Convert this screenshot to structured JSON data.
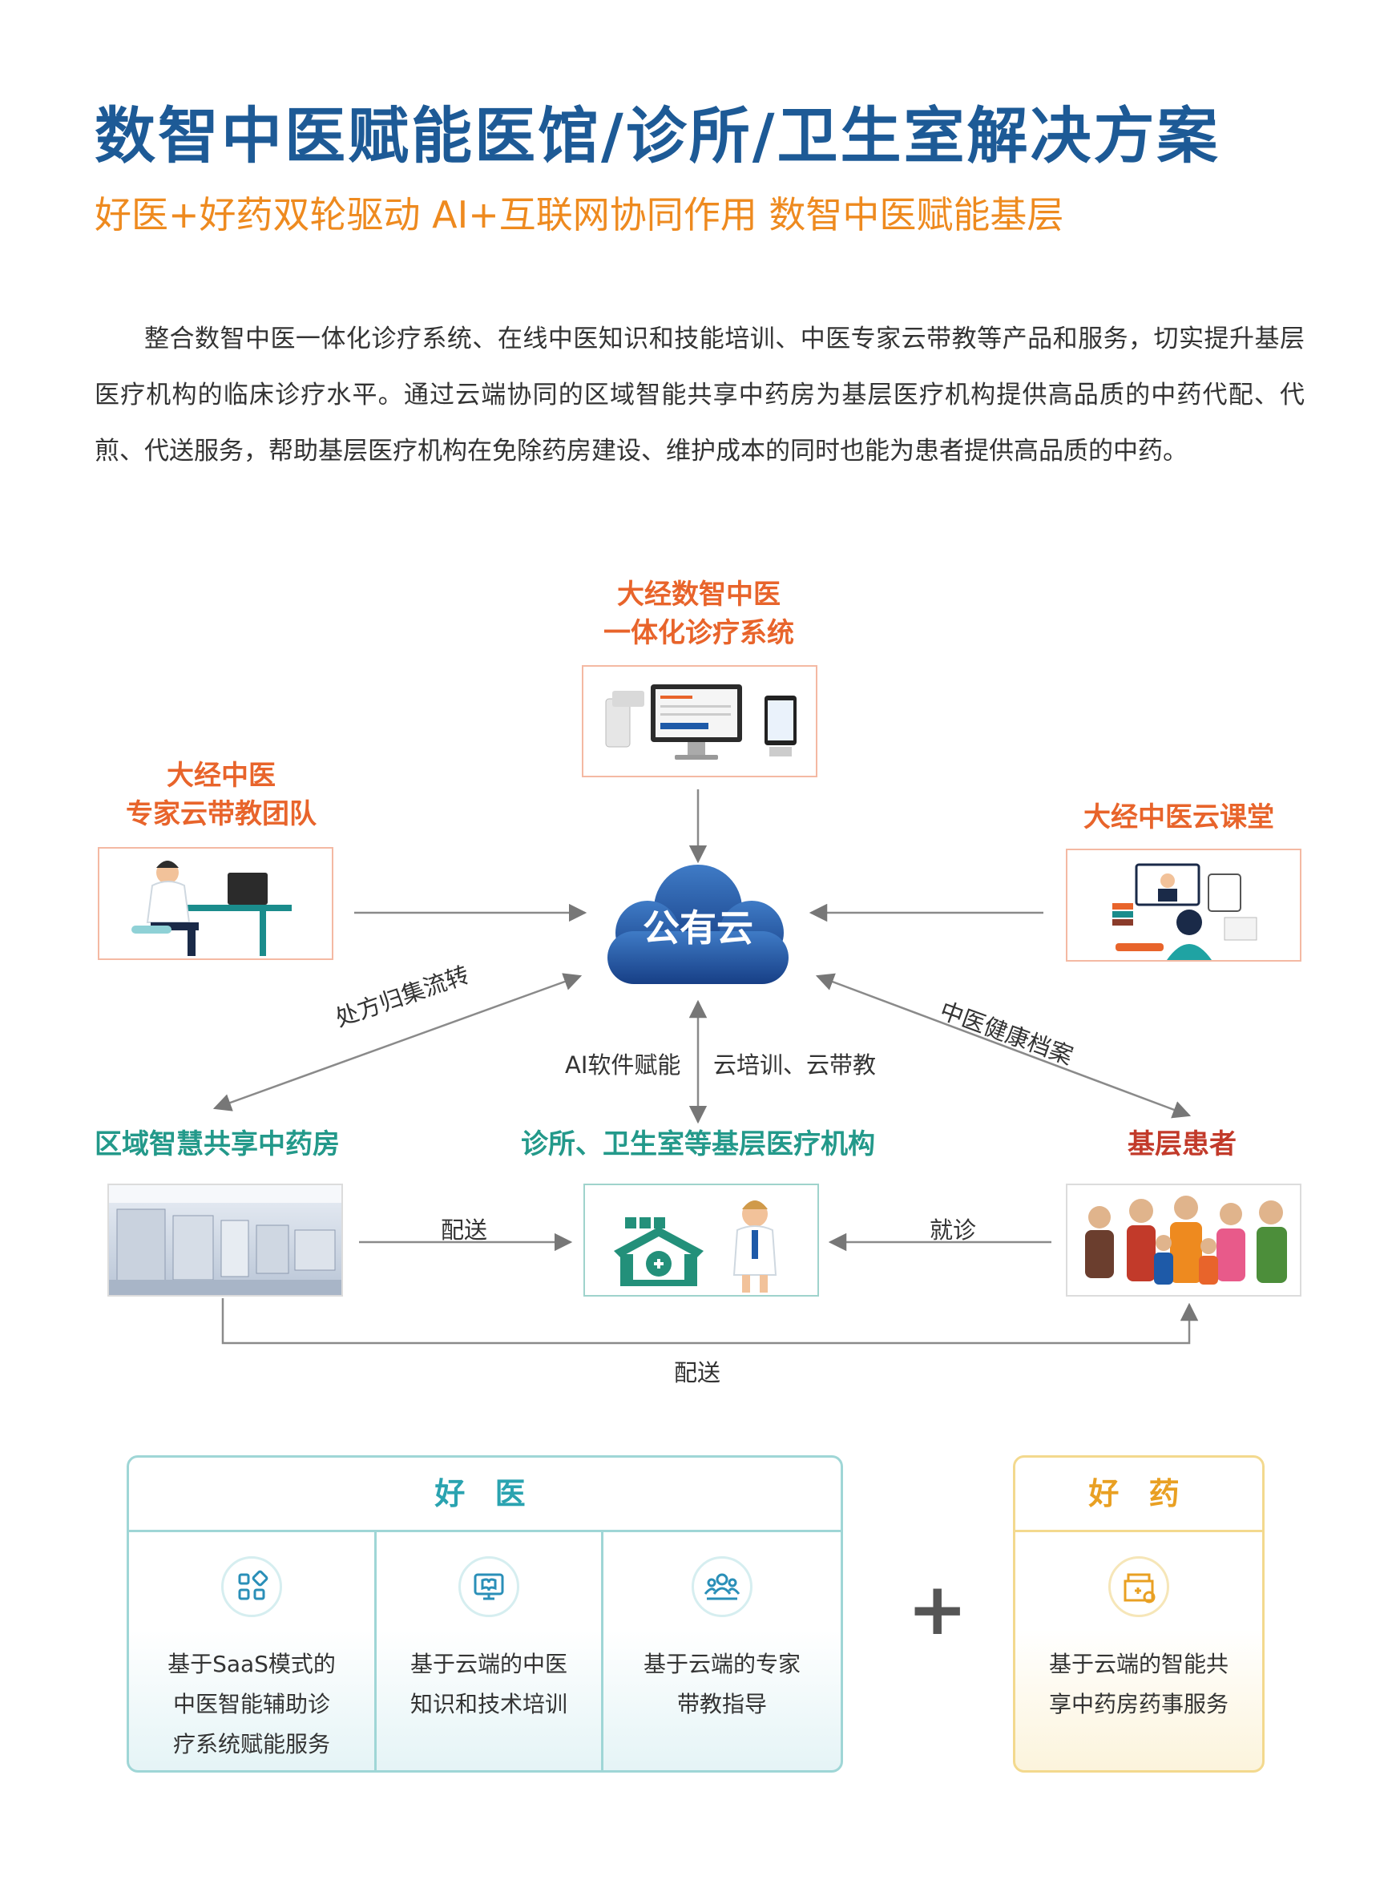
{
  "header": {
    "title": "数智中医赋能医馆/诊所/卫生室解决方案",
    "subtitle": "好医+好药双轮驱动 AI+互联网协同作用 数智中医赋能基层"
  },
  "intro": "整合数智中医一体化诊疗系统、在线中医知识和技能培训、中医专家云带教等产品和服务，切实提升基层医疗机构的临床诊疗水平。通过云端协同的区域智能共享中药房为基层医疗机构提供高品质的中药代配、代煎、代送服务，帮助基层医疗机构在免除药房建设、维护成本的同时也能为患者提供高品质的中药。",
  "diagram": {
    "cloud_label": "公有云",
    "node_system": {
      "line1": "大经数智中医",
      "line2": "一体化诊疗系统"
    },
    "node_expert": {
      "line1": "大经中医",
      "line2": "专家云带教团队"
    },
    "node_class": {
      "line1": "大经中医云课堂"
    },
    "node_pharmacy": {
      "label": "区域智慧共享中药房"
    },
    "node_clinic": {
      "label": "诊所、卫生室等基层医疗机构"
    },
    "node_patient": {
      "label": "基层患者"
    },
    "edges": {
      "pharmacy_cloud": "处方归集流转",
      "patient_cloud": "中医健康档案",
      "cloud_clinic_left": "AI软件赋能",
      "cloud_clinic_right": "云培训、云带教",
      "pharmacy_clinic": "配送",
      "patient_clinic": "就诊",
      "pharmacy_patient": "配送"
    }
  },
  "good_doctor": {
    "title": "好 医",
    "items": [
      {
        "line1": "基于SaaS模式的",
        "line2": "中医智能辅助诊",
        "line3": "疗系统赋能服务",
        "icon": "apps-grid-icon"
      },
      {
        "line1": "基于云端的中医",
        "line2": "知识和技术培训",
        "icon": "book-monitor-icon"
      },
      {
        "line1": "基于云端的专家",
        "line2": "带教指导",
        "icon": "people-group-icon"
      }
    ]
  },
  "good_drug": {
    "title": "好 药",
    "line1": "基于云端的智能共",
    "line2": "享中药房药事服务",
    "icon": "pharmacy-icon"
  },
  "plus": "+",
  "colors": {
    "title": "#1d5a96",
    "subtitle": "#ee8a1f",
    "cloud": "#1e5aa8",
    "accent_orange": "#e8642b",
    "accent_green": "#23998a",
    "accent_red": "#c23a2a",
    "teal": "#2aa3b0",
    "gold": "#e9a023"
  }
}
